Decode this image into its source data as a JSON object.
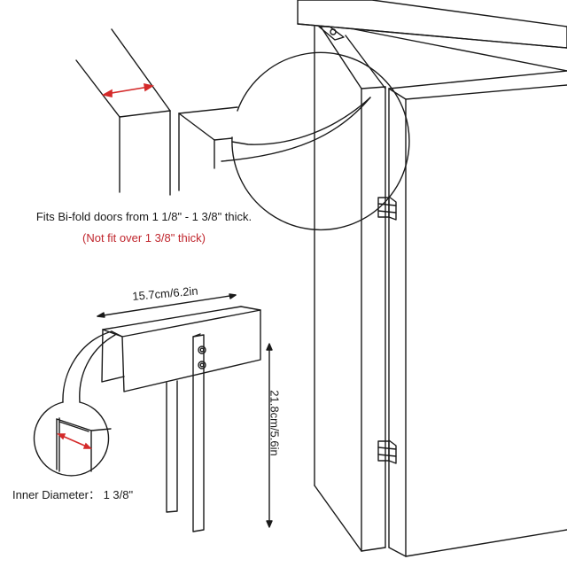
{
  "diagram": {
    "title": "Bi-fold door aligner bracket installation diagram",
    "top_note": {
      "fit_text": "Fits Bi-fold doors from 1 1/8\" - 1 3/8\" thick.",
      "not_fit_text": "(Not fit over 1 3/8\" thick)"
    },
    "bracket": {
      "width_dimension": "15.7cm/6.2in",
      "height_dimension": "21.8cm/5.6in",
      "inner_diameter_label": "Inner Diameter： 1 3/8\""
    },
    "callouts": [
      {
        "name": "door-edge-thickness-magnifier",
        "indicator": "red-double-arrow"
      },
      {
        "name": "bracket-inner-width-magnifier",
        "indicator": "red-double-arrow"
      }
    ],
    "colors": {
      "line": "#1a1a1a",
      "accent_red": "#d42a2a",
      "note_red": "#c0262d",
      "background": "#ffffff"
    }
  }
}
